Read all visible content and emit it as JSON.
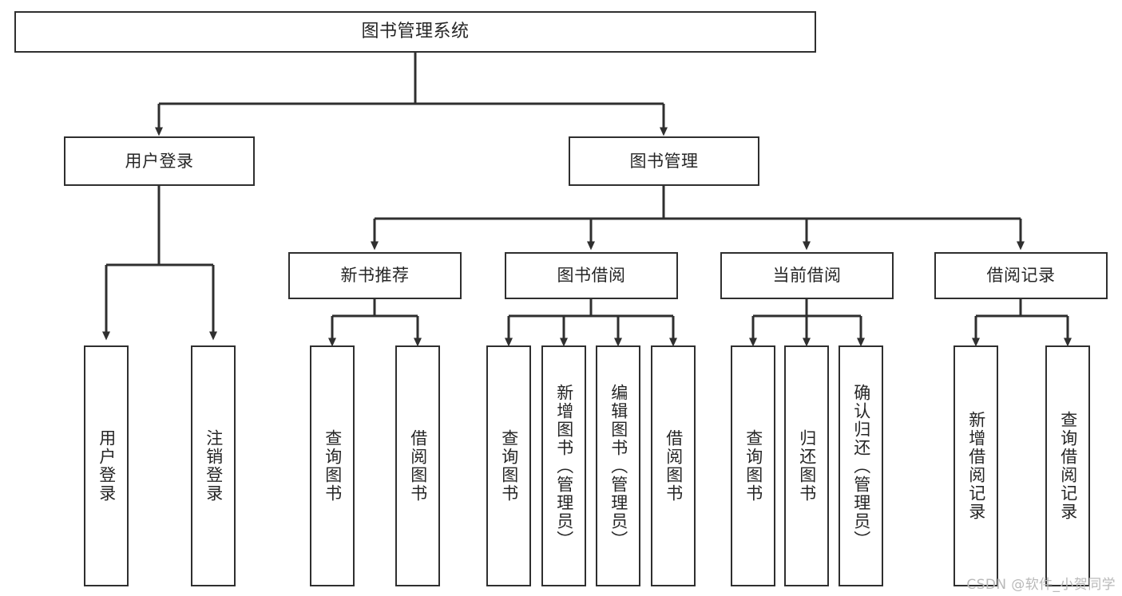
{
  "diagram": {
    "type": "tree",
    "title": "图书管理系统",
    "orientation": "top-down",
    "colors": {
      "background": "#ffffff",
      "box_border": "#2f2f2f",
      "box_fill": "#ffffff",
      "connector": "#2f2f2f",
      "text": "#262626",
      "watermark": "#b9b9b9"
    },
    "root": {
      "label": "图书管理系统",
      "text_direction": "horizontal"
    },
    "level1": [
      {
        "label": "用户登录",
        "text_direction": "horizontal"
      },
      {
        "label": "图书管理",
        "text_direction": "horizontal"
      }
    ],
    "level2": [
      {
        "label": "新书推荐",
        "text_direction": "horizontal"
      },
      {
        "label": "图书借阅",
        "text_direction": "horizontal"
      },
      {
        "label": "当前借阅",
        "text_direction": "horizontal"
      },
      {
        "label": "借阅记录",
        "text_direction": "horizontal"
      }
    ],
    "leaves": {
      "user_login": [
        {
          "label": "用户登录",
          "text_direction": "vertical"
        },
        {
          "label": "注销登录",
          "text_direction": "vertical"
        }
      ],
      "new_book_recommend": [
        {
          "label": "查询图书",
          "text_direction": "vertical"
        },
        {
          "label": "借阅图书",
          "text_direction": "vertical"
        }
      ],
      "book_borrow": [
        {
          "label": "查询图书",
          "text_direction": "vertical"
        },
        {
          "label": "新增图书（管理员）",
          "text_direction": "vertical"
        },
        {
          "label": "编辑图书（管理员）",
          "text_direction": "vertical"
        },
        {
          "label": "借阅图书",
          "text_direction": "vertical"
        }
      ],
      "current_borrow": [
        {
          "label": "查询图书",
          "text_direction": "vertical"
        },
        {
          "label": "归还图书",
          "text_direction": "vertical"
        },
        {
          "label": "确认归还（管理员）",
          "text_direction": "vertical"
        }
      ],
      "borrow_record": [
        {
          "label": "新增借阅记录",
          "text_direction": "vertical"
        },
        {
          "label": "查询借阅记录",
          "text_direction": "vertical"
        }
      ]
    },
    "edges": [
      {
        "from": "图书管理系统",
        "to": "用户登录"
      },
      {
        "from": "图书管理系统",
        "to": "图书管理"
      },
      {
        "from": "用户登录",
        "to": "用户登录(叶)"
      },
      {
        "from": "用户登录",
        "to": "注销登录"
      },
      {
        "from": "图书管理",
        "to": "新书推荐"
      },
      {
        "from": "图书管理",
        "to": "图书借阅"
      },
      {
        "from": "图书管理",
        "to": "当前借阅"
      },
      {
        "from": "图书管理",
        "to": "借阅记录"
      },
      {
        "from": "新书推荐",
        "to": "查询图书"
      },
      {
        "from": "新书推荐",
        "to": "借阅图书"
      },
      {
        "from": "图书借阅",
        "to": "查询图书"
      },
      {
        "from": "图书借阅",
        "to": "新增图书（管理员）"
      },
      {
        "from": "图书借阅",
        "to": "编辑图书（管理员）"
      },
      {
        "from": "图书借阅",
        "to": "借阅图书"
      },
      {
        "from": "当前借阅",
        "to": "查询图书"
      },
      {
        "from": "当前借阅",
        "to": "归还图书"
      },
      {
        "from": "当前借阅",
        "to": "确认归还（管理员）"
      },
      {
        "from": "借阅记录",
        "to": "新增借阅记录"
      },
      {
        "from": "借阅记录",
        "to": "查询借阅记录"
      }
    ]
  },
  "watermark": {
    "text": "CSDN @软件_小贺同学"
  }
}
